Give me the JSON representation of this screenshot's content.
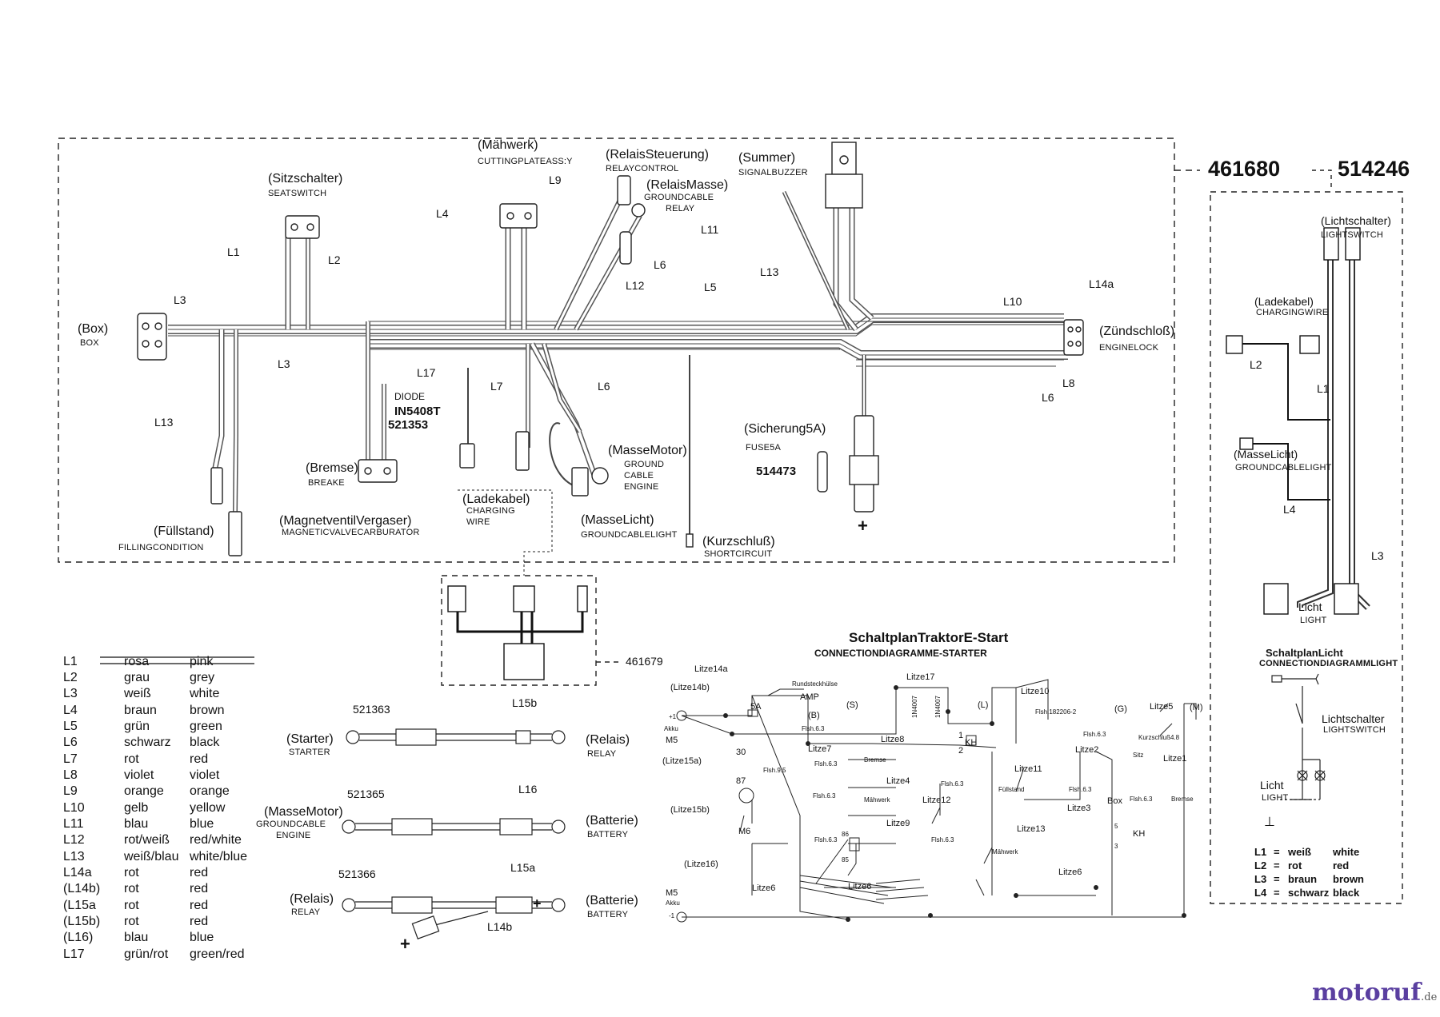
{
  "part_numbers": {
    "main_harness": "461680",
    "light_harness": "514246",
    "adapter": "461679",
    "diode": "521353",
    "fuse": "514473",
    "cable_starter": "521363",
    "cable_ground": "521365",
    "cable_relay": "521366"
  },
  "components": {
    "maehwerk": {
      "de": "(Mähwerk)",
      "en": "CUTTINGPLATEASS:Y"
    },
    "relaissteuerung": {
      "de": "(RelaisSteuerung)",
      "en": "RELAYCONTROL"
    },
    "relaismasse": {
      "de": "(RelaisMasse)",
      "en1": "GROUNDCABLE",
      "en2": "RELAY"
    },
    "summer": {
      "de": "(Summer)",
      "en": "SIGNALBUZZER"
    },
    "sitzschalter": {
      "de": "(Sitzschalter)",
      "en": "SEATSWITCH"
    },
    "box": {
      "de": "(Box)",
      "en": "BOX"
    },
    "zuendschloss": {
      "de": "(Zündschloß)",
      "en": "ENGINELOCK"
    },
    "diode": {
      "de": "DIODE",
      "type": "IN5408T"
    },
    "bremse": {
      "de": "(Bremse)",
      "en": "BREAKE"
    },
    "magnetventil": {
      "de": "(MagnetventilVergaser)",
      "en": "MAGNETICVALVECARBURATOR"
    },
    "ladekabel": {
      "de": "(Ladekabel)",
      "en1": "CHARGING",
      "en2": "WIRE"
    },
    "massemotor": {
      "de": "(MasseMotor)",
      "en1": "GROUND",
      "en2": "CABLE",
      "en3": "ENGINE"
    },
    "massslicht": {
      "de": "(MasseLicht)",
      "en": "GROUNDCABLELIGHT"
    },
    "kurzschluss": {
      "de": "(Kurzschluß)",
      "en": "SHORTCIRCUIT"
    },
    "sicherung": {
      "de": "(Sicherung5A)",
      "en": "FUSE5A"
    },
    "fuellstand": {
      "de": "(Füllstand)",
      "en": "FILLINGCONDITION"
    }
  },
  "wire_labels": {
    "L1": "L1",
    "L2": "L2",
    "L3": "L3",
    "L4": "L4",
    "L5": "L5",
    "L6": "L6",
    "L7": "L7",
    "L8": "L8",
    "L9": "L9",
    "L10": "L10",
    "L11": "L11",
    "L12": "L12",
    "L13": "L13",
    "L14a": "L14a",
    "L14b": "L14b",
    "L15a": "L15a",
    "L15b": "L15b",
    "L16": "L16",
    "L17": "L17"
  },
  "light_panel": {
    "lichtschalter": {
      "de": "(Lichtschalter)",
      "en": "LIGHTSWITCH"
    },
    "ladekabel": {
      "de": "(Ladekabel)",
      "en": "CHARGINGWIRE"
    },
    "massslicht": {
      "de": "(MasseLicht)",
      "en": "GROUNDCABLELIGHT"
    },
    "licht": {
      "de": "Licht",
      "en": "LIGHT"
    },
    "schaltplan_title": "SchaltplanLicht",
    "schaltplan_sub": "CONNECTIONDIAGRAMMLIGHT",
    "switch_de": "Lichtschalter",
    "switch_en": "LIGHTSWITCH",
    "lamp_de": "Licht",
    "lamp_en": "LIGHT"
  },
  "cables": {
    "starter": {
      "de": "(Starter)",
      "en": "STARTER"
    },
    "relais1": {
      "de": "(Relais)",
      "en": "RELAY"
    },
    "massemotor": {
      "de": "(MasseMotor)",
      "en1": "GROUNDCABLE",
      "en2": "ENGINE"
    },
    "batterie1": {
      "de": "(Batterie)",
      "en": "BATTERY"
    },
    "relais2": {
      "de": "(Relais)",
      "en": "RELAY"
    },
    "batterie2": {
      "de": "(Batterie)",
      "en": "BATTERY"
    }
  },
  "schematic": {
    "title": "SchaltplanTraktorE-Start",
    "subtitle": "CONNECTIONDIAGRAMME-STARTER",
    "labels": {
      "litze14a": "Litze14a",
      "litze14b": "(Litze14b)",
      "litze15a": "(Litze15a)",
      "litze15b": "(Litze15b)",
      "litze16": "(Litze16)",
      "litze17": "Litze17",
      "litze10": "Litze10",
      "litze8": "Litze8",
      "litze7": "Litze7",
      "litze4": "Litze4",
      "litze9": "Litze9",
      "litze12": "Litze12",
      "litze11": "Litze11",
      "litze13": "Litze13",
      "litze6a": "Litze6",
      "litze6b": "Litze6",
      "litze5": "Litze5",
      "litze2": "Litze2",
      "litze1": "Litze1",
      "litze3": "Litze3",
      "m5a": "M5",
      "m5b": "M5",
      "m6": "M6",
      "akku1": "Akku",
      "akku2": "Akku",
      "fuse5a": "5A",
      "amp": "AMP",
      "rund": "Rundsteckhülse",
      "b": "(B)",
      "s": "(S)",
      "l": "(L)",
      "g": "(G)",
      "m": "(M)",
      "kh1": "KH",
      "kh2": "KH",
      "box": "Box",
      "bremse1": "Bremse",
      "bremse2": "Bremse",
      "maehwerk1": "Mähwerk",
      "maehwerk2": "Mähwerk",
      "fuellstand": "Füllstand",
      "sitz": "Sitz",
      "kurzschluss": "Kurzschluß4.8",
      "flsh182": "Flsh.182206-2",
      "n30": "30",
      "n87": "87",
      "n86": "86",
      "n85": "85",
      "fsh63": "Flsh.6.3",
      "fsh95": "Flsh.9.5",
      "d1": "1N4007",
      "d2": "1N4007",
      "plus1": "+1",
      "minus1": "-1",
      "n1": "1",
      "n2": "2",
      "n5": "5",
      "n3": "3"
    }
  },
  "legend": [
    {
      "code": "L1",
      "de": "rosa",
      "en": "pink"
    },
    {
      "code": "L2",
      "de": "grau",
      "en": "grey"
    },
    {
      "code": "L3",
      "de": "weiß",
      "en": "white"
    },
    {
      "code": "L4",
      "de": "braun",
      "en": "brown"
    },
    {
      "code": "L5",
      "de": "grün",
      "en": "green"
    },
    {
      "code": "L6",
      "de": "schwarz",
      "en": "black"
    },
    {
      "code": "L7",
      "de": "rot",
      "en": "red"
    },
    {
      "code": "L8",
      "de": "violet",
      "en": "violet"
    },
    {
      "code": "L9",
      "de": "orange",
      "en": "orange"
    },
    {
      "code": "L10",
      "de": "gelb",
      "en": "yellow"
    },
    {
      "code": "L11",
      "de": "blau",
      "en": "blue"
    },
    {
      "code": "L12",
      "de": "rot/weiß",
      "en": "red/white"
    },
    {
      "code": "L13",
      "de": "weiß/blau",
      "en": "white/blue"
    },
    {
      "code": "L14a",
      "de": "rot",
      "en": "red"
    },
    {
      "code": "(L14b)",
      "de": "rot",
      "en": "red"
    },
    {
      "code": "(L15a",
      "de": "rot",
      "en": "red"
    },
    {
      "code": "(L15b)",
      "de": "rot",
      "en": "red"
    },
    {
      "code": "(L16)",
      "de": "blau",
      "en": "blue"
    },
    {
      "code": "L17",
      "de": "grün/rot",
      "en": "green/red"
    }
  ],
  "light_legend": [
    {
      "code": "L1",
      "de": "weiß",
      "en": "white"
    },
    {
      "code": "L2",
      "de": "rot",
      "en": "red"
    },
    {
      "code": "L3",
      "de": "braun",
      "en": "brown"
    },
    {
      "code": "L4",
      "de": "schwarz",
      "en": "black"
    }
  ],
  "plus_sign": "+",
  "logo": {
    "text": "motoruf",
    "suffix": ".de"
  }
}
